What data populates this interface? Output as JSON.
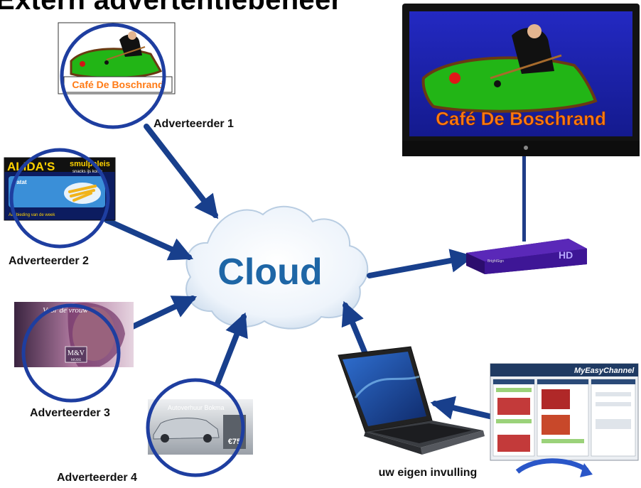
{
  "title": "Extern advertentiebeheer",
  "cloud": {
    "label": "Cloud"
  },
  "advertisers": [
    {
      "label": "Adverteerder 1"
    },
    {
      "label": "Adverteerder 2"
    },
    {
      "label": "Adverteerder 3"
    },
    {
      "label": "Adverteerder 4"
    }
  ],
  "ads": {
    "cafe": {
      "name": "Café De Boschrand"
    },
    "alidas": {
      "brand": "ALIDA'S",
      "brand2": "smulpaleis",
      "tagline": "snacks  ijs  koffie",
      "item": "Patat",
      "footer": "Aanbieding van de week"
    },
    "fashion": {
      "headline": "Voor de vrouw",
      "brand": "M&V",
      "brand2": "MODE"
    },
    "car": {
      "headline": "Autoverhuur Bokma",
      "price": "€75"
    }
  },
  "tv": {
    "screen_text": "Café De Boschrand"
  },
  "player": {
    "badge": "HD",
    "brand": "BrightSign"
  },
  "laptop": {
    "caption": "uw eigen invulling"
  },
  "app": {
    "brand": "MyEasyChannel"
  },
  "colors": {
    "arrow": "#183f8c",
    "circle": "#1e3ea0",
    "cloud_text": "#1e66a6",
    "tv_blue": "#1c1fa8",
    "felt": "#22b516",
    "orange": "#ff7a14",
    "player": "#3a1488"
  }
}
